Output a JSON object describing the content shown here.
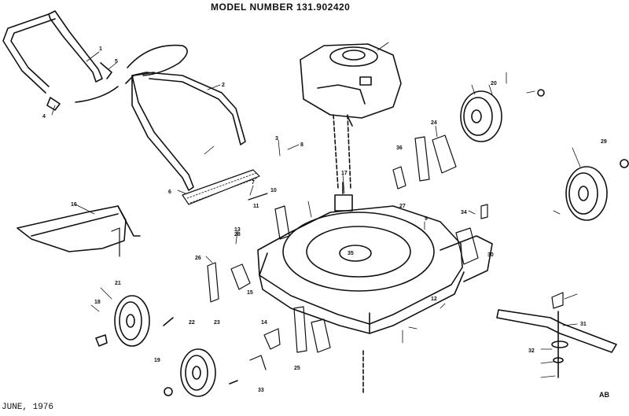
{
  "header": {
    "title": "MODEL NUMBER 131.902420"
  },
  "footer": {
    "date": "JUNE, 1976",
    "code": "AB"
  },
  "callouts": [
    {
      "id": "c1",
      "label": "1"
    },
    {
      "id": "c2",
      "label": "2"
    },
    {
      "id": "c3",
      "label": "3"
    },
    {
      "id": "c4",
      "label": "4"
    },
    {
      "id": "c5",
      "label": "5"
    },
    {
      "id": "c6",
      "label": "6"
    },
    {
      "id": "c7",
      "label": "7"
    },
    {
      "id": "c8",
      "label": "8"
    },
    {
      "id": "c9",
      "label": "9"
    },
    {
      "id": "c10",
      "label": "10"
    },
    {
      "id": "c11",
      "label": "11"
    },
    {
      "id": "c12",
      "label": "12"
    },
    {
      "id": "c13",
      "label": "13"
    },
    {
      "id": "c14",
      "label": "14"
    },
    {
      "id": "c15",
      "label": "15"
    },
    {
      "id": "c16",
      "label": "16"
    },
    {
      "id": "c17",
      "label": "17"
    },
    {
      "id": "c18",
      "label": "18"
    },
    {
      "id": "c19",
      "label": "19"
    },
    {
      "id": "c20",
      "label": "20"
    },
    {
      "id": "c21",
      "label": "21"
    },
    {
      "id": "c22",
      "label": "22"
    },
    {
      "id": "c23",
      "label": "23"
    },
    {
      "id": "c24",
      "label": "24"
    },
    {
      "id": "c25",
      "label": "25"
    },
    {
      "id": "c26",
      "label": "26"
    },
    {
      "id": "c27",
      "label": "27"
    },
    {
      "id": "c28",
      "label": "28"
    },
    {
      "id": "c29",
      "label": "29"
    },
    {
      "id": "c30",
      "label": "30"
    },
    {
      "id": "c31",
      "label": "31"
    },
    {
      "id": "c32",
      "label": "32"
    },
    {
      "id": "c33",
      "label": "33"
    },
    {
      "id": "c34",
      "label": "34"
    },
    {
      "id": "c35",
      "label": "35"
    },
    {
      "id": "c36",
      "label": "36"
    }
  ]
}
